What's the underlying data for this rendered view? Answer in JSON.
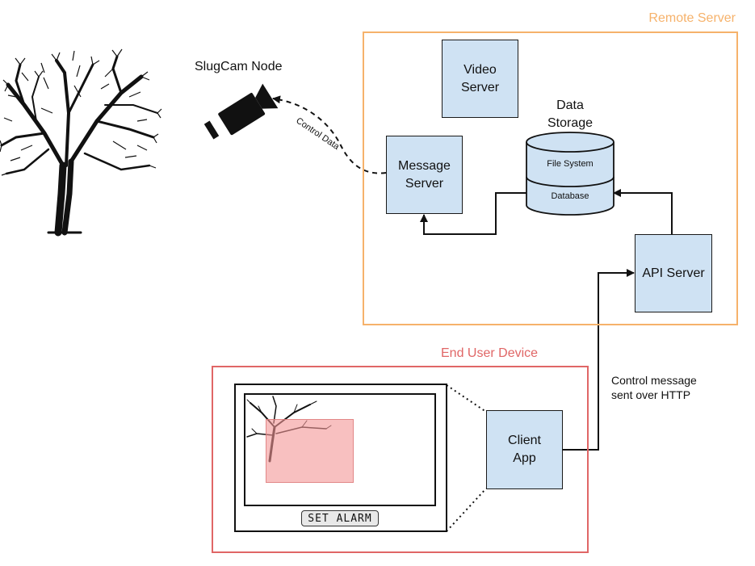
{
  "zones": {
    "remote_server": {
      "label": "Remote Server",
      "color": "#f6b26b"
    },
    "end_user_device": {
      "label": "End User Device",
      "color": "#e06666"
    }
  },
  "nodes": {
    "video_server": "Video\nServer",
    "message_server": "Message\nServer",
    "api_server": "API Server",
    "client_app": "Client\nApp"
  },
  "data_storage": {
    "title": "Data\nStorage",
    "file_system": "File System",
    "database": "Database"
  },
  "camera": {
    "label": "SlugCam Node"
  },
  "edges": {
    "control_data": "Control Data",
    "control_message": "Control message\nsent over HTTP"
  },
  "device_screen": {
    "button_label": "SET ALARM"
  },
  "colors": {
    "node_fill": "#cfe2f3",
    "detection_overlay": "#f4a0a0"
  },
  "icons": [
    "tree-illustration",
    "security-camera-icon"
  ]
}
